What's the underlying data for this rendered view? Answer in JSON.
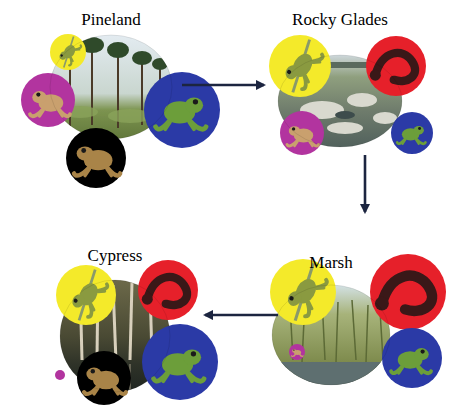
{
  "diagram": {
    "nodes": [
      {
        "text": [
          "Pineland"
        ]
      },
      {
        "text": [
          "Rocky Glades"
        ]
      },
      {
        "text": [
          "Marsh"
        ]
      },
      {
        "text": [
          "Cypress"
        ]
      }
    ],
    "edges": [
      {
        "from": 0,
        "to": 1,
        "arrow": "to"
      },
      {
        "from": 1,
        "to": 2,
        "arrow": "to"
      },
      {
        "from": 2,
        "to": 3,
        "arrow": "to"
      }
    ]
  }
}
